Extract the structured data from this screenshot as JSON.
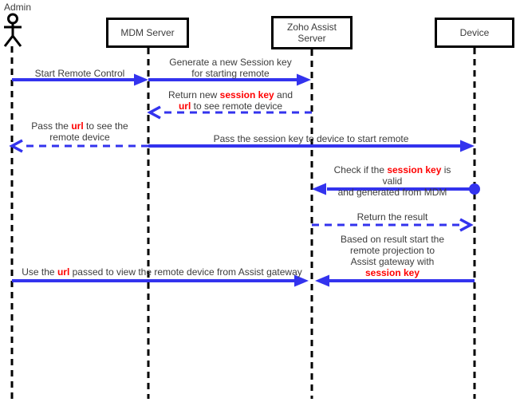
{
  "diagram": {
    "name": "Zoho Assist remote control sequence diagram",
    "colors": {
      "arrow_blue": "#3333ee",
      "highlight_red": "#ff0000",
      "text": "#3c3c3c",
      "lifeline_black": "#000000",
      "background": "#ffffff"
    },
    "participants": [
      {
        "id": "admin",
        "label": "Admin",
        "kind": "actor"
      },
      {
        "id": "mdm-server",
        "label": "MDM Server",
        "kind": "box"
      },
      {
        "id": "zoho-assist-server",
        "label": "Zoho Assist\nServer",
        "kind": "box"
      },
      {
        "id": "device",
        "label": "Device",
        "kind": "box"
      }
    ],
    "messages": [
      {
        "from": "admin",
        "to": "mdm-server",
        "style": "solid",
        "parts": [
          {
            "t": "Start Remote Control"
          }
        ]
      },
      {
        "from": "mdm-server",
        "to": "zoho-assist-server",
        "style": "solid",
        "parts": [
          {
            "t": "Generate a new Session key\nfor starting remote"
          }
        ]
      },
      {
        "from": "zoho-assist-server",
        "to": "mdm-server",
        "style": "dashed",
        "parts": [
          {
            "t": "Return new "
          },
          {
            "t": "session key",
            "red": true
          },
          {
            "t": " and\n"
          },
          {
            "t": "url",
            "red": true
          },
          {
            "t": " to see remote device"
          }
        ]
      },
      {
        "from": "mdm-server",
        "to": "admin",
        "style": "dashed",
        "parts": [
          {
            "t": "Pass the "
          },
          {
            "t": "url",
            "red": true
          },
          {
            "t": " to see the\nremote device"
          }
        ]
      },
      {
        "from": "mdm-server",
        "to": "device",
        "style": "solid",
        "parts": [
          {
            "t": "Pass the session key to device to start remote"
          }
        ]
      },
      {
        "from": "device",
        "to": "zoho-assist-server",
        "style": "solid-circle-source",
        "parts": [
          {
            "t": "Check if the "
          },
          {
            "t": "session key",
            "red": true
          },
          {
            "t": " is valid\nand generated from MDM"
          }
        ]
      },
      {
        "from": "zoho-assist-server",
        "to": "device",
        "style": "dashed",
        "parts": [
          {
            "t": "Return the result"
          }
        ]
      },
      {
        "from": "device",
        "to": "zoho-assist-server",
        "style": "solid",
        "parts": [
          {
            "t": "Based on result start the\nremote projection to\nAssist gateway with\n"
          },
          {
            "t": "session key",
            "red": true
          }
        ]
      },
      {
        "from": "admin",
        "to": "zoho-assist-server",
        "style": "solid",
        "parts": [
          {
            "t": "Use the "
          },
          {
            "t": "url",
            "red": true
          },
          {
            "t": " passed to view the remote device from Assist gateway"
          }
        ]
      }
    ]
  }
}
